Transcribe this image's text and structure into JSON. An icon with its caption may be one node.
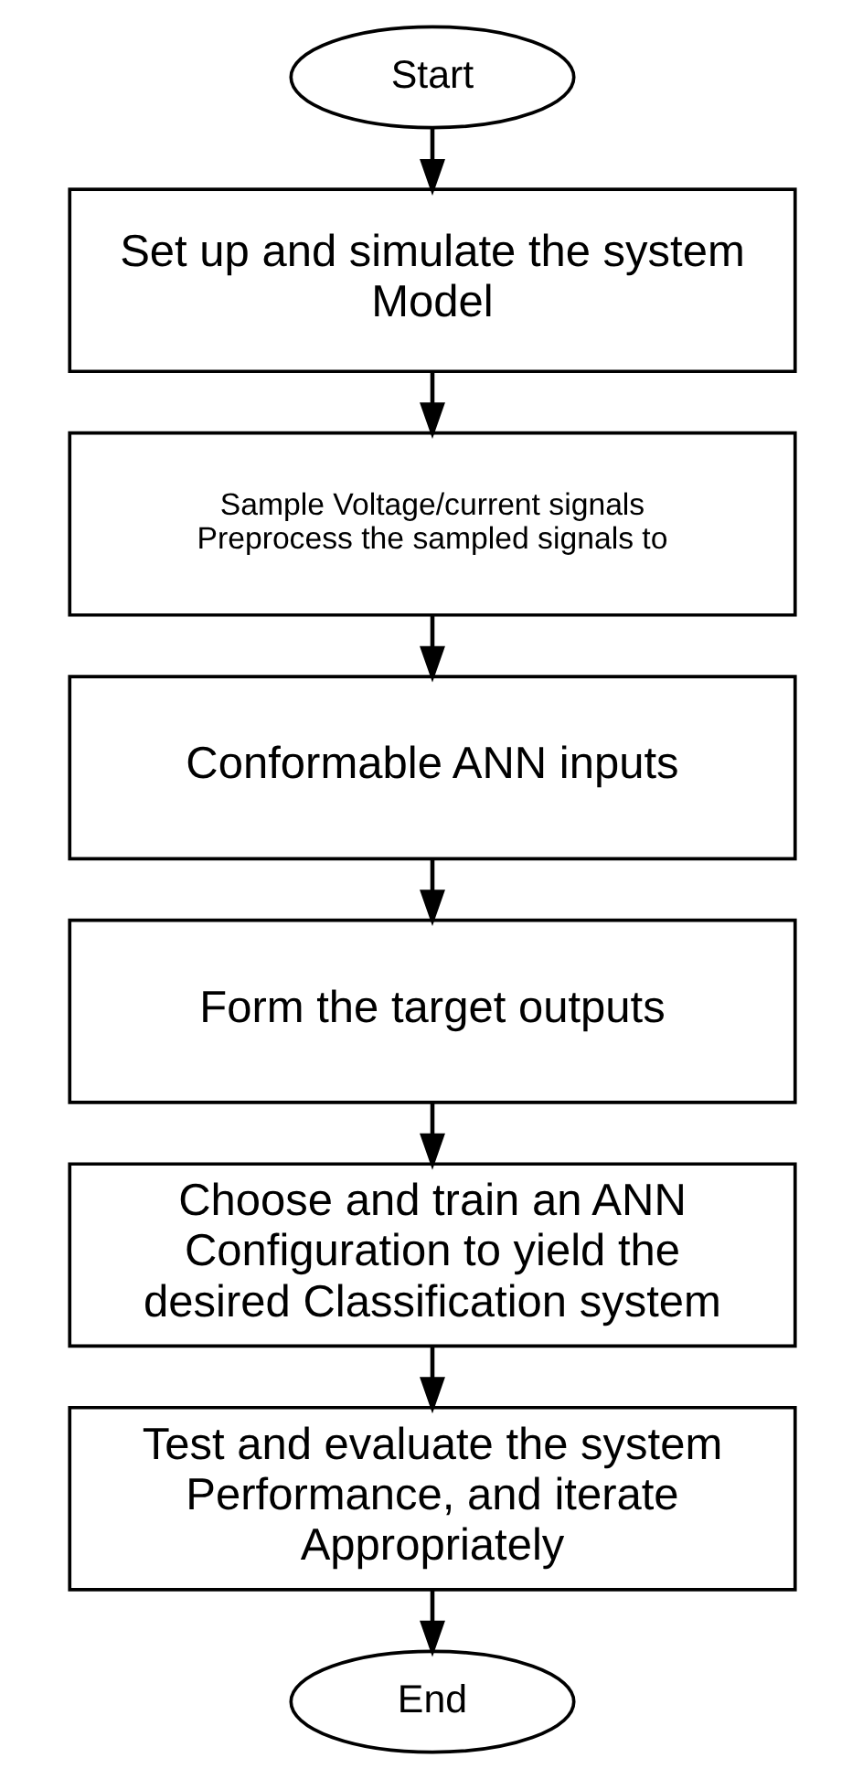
{
  "diagram": {
    "nodes": [
      {
        "text": [
          "Start"
        ]
      },
      {
        "text": [
          "Set up and simulate the system Model"
        ]
      },
      {
        "text": [
          "Sample Voltage/current signals Preprocess the sampled signals to"
        ]
      },
      {
        "text": [
          "Conformable ANN inputs"
        ]
      },
      {
        "text": [
          "Form the target outputs"
        ]
      },
      {
        "text": [
          "Choose and train an ANN Configuration to yield the desired Classification system"
        ]
      },
      {
        "text": [
          "Test and evaluate the system Performance, and iterate Appropriately"
        ]
      },
      {
        "text": [
          "End"
        ]
      }
    ],
    "edges": [
      {
        "from": 0,
        "to": 1,
        "arrow": "to"
      },
      {
        "from": 1,
        "to": 2,
        "arrow": "to"
      },
      {
        "from": 2,
        "to": 3,
        "arrow": "to"
      },
      {
        "from": 3,
        "to": 4,
        "arrow": "to"
      },
      {
        "from": 4,
        "to": 5,
        "arrow": "to"
      },
      {
        "from": 5,
        "to": 6,
        "arrow": "to"
      },
      {
        "from": 6,
        "to": 7,
        "arrow": "to"
      }
    ]
  }
}
